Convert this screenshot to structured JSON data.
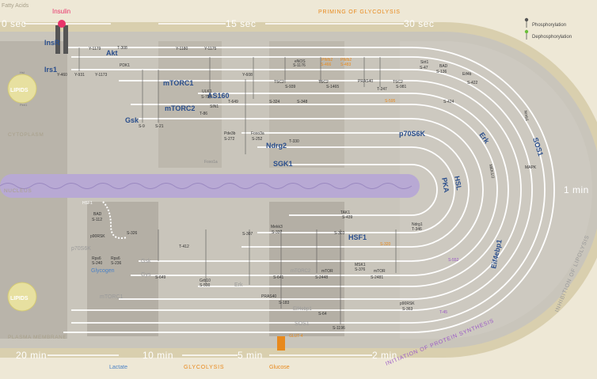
{
  "labels": {
    "fatty_acids": "Fatty Acids",
    "insulin": "Insulin",
    "lipids_top": "LIPIDS",
    "lipids_bottom": "LIPIDS",
    "hsl_small": "Hsl",
    "perl_small": "Peri1",
    "cytoplasm": "CYTOPLASM",
    "nucleus": "NUCLEUS",
    "plasma_membrane": "PLASMA MEMBRANE",
    "priming": "PRIMING OF GLYCOLYSIS",
    "glycolysis": "GLYCOLYSIS",
    "protein_synthesis": "INITIATION OF PROTEIN SYNTHESIS",
    "lipolysis": "INHIBITION OF LIPOLYSIS",
    "glycogen": "Glycogen",
    "lactate": "Lactate",
    "glucose": "Glucose",
    "glut4": "GLUT-4",
    "foxo": "Foxo1a"
  },
  "legend": {
    "phosphorylation": "Phosphorylation",
    "dephosphorylation": "Dephosphorylation"
  },
  "times": {
    "t0": "0 sec",
    "t15": "15 sec",
    "t30": "30 sec",
    "t1m": "1 min",
    "t2m": "2 min",
    "t5m": "5 min",
    "t10m": "10 min",
    "t20m": "20 min"
  },
  "proteins": {
    "insr": "InsR",
    "irs1": "Irs1",
    "akt": "Akt",
    "pdk1": "PDK1",
    "mtorc1": "mTORC1",
    "as160": "AS160",
    "mtorc2": "mTORC2",
    "gsk": "Gsk",
    "ndrg2": "Ndrg2",
    "sgk1": "SGK1",
    "p70s6k": "p70S6K",
    "erk": "Erk",
    "sos1": "SOS1",
    "pka": "PKA",
    "hsl": "HSL",
    "hsf1": "HSF1",
    "eif4ebp1": "Eif4ebp1",
    "sirt1": "Sirt1",
    "bad": "BAD",
    "eif4b": "Eif4b",
    "enos": "eNOS",
    "pfkfb2a": "Pfkfb2",
    "pfkfb2b": "Pfkfb2",
    "tsc2a": "TSC2",
    "tsc2b": "TSC2",
    "pras40": "PRAS40",
    "tsc2c": "TSC2",
    "ulk1": "ULK1",
    "sin1": "SIN1",
    "pde3b": "Pde3b",
    "foxo3a": "Foxo3a",
    "mek1": "MEK1/2",
    "mapk": "MAPK",
    "nmb1": "Nmb1",
    "tak1": "TAK1",
    "mekk3": "Mekk3",
    "ndrg1": "Ndrg1",
    "mtor1": "mTOR",
    "mtor2": "mTOR",
    "msk1": "MSK1",
    "mtorc2b": "mTORC2",
    "pras40b": "PRAS40",
    "grb10": "Grb10",
    "erk2": "Erk",
    "eif4bp1": "Eif4ebp1",
    "sos1b": "SOS1",
    "p90rsk": "p90RSK",
    "hsf1s": "HSF1",
    "bad2": "BAD",
    "p90rsk2": "p90RSK",
    "p70s6k2": "p70S6K",
    "rps6a": "Rps6",
    "rps6b": "Rps6",
    "gsk2": "Gsk",
    "gys": "Gys",
    "mtorc1b": "mTORC1"
  },
  "residues": {
    "r_y1179": "Y-1179",
    "r_y460": "Y-460",
    "r_y931": "Y-931",
    "r_y1173": "Y-1173",
    "r_t308": "T-308",
    "r_y1180": "Y-1180",
    "r_y1175": "Y-1175",
    "r_y608": "Y-608",
    "r_s1176": "S-1176",
    "r_s466": "S-466",
    "r_s483": "S-483",
    "r_s939": "S-939",
    "r_s1465": "S-1465",
    "r_s981": "S-981",
    "r_s47": "S-47",
    "r_s136": "S-136",
    "r_s422": "S-422",
    "r_s9": "S-9",
    "r_s21": "S-21",
    "r_s757": "S-757",
    "r_t86": "T-86",
    "r_t649": "T-649",
    "r_s324": "S-324",
    "r_s348": "S-348",
    "r_t247": "T-247",
    "r_s595": "S-595",
    "r_s272": "S-272",
    "r_s252": "S-252",
    "r_t330": "T-330",
    "r_s424": "S-424",
    "r_s112": "S-112",
    "r_s326": "S-326",
    "r_t412": "T-412",
    "r_s307": "S-307",
    "r_s337": "S-337",
    "r_s439": "S-439",
    "r_s303": "S-303",
    "r_s320": "S-320",
    "r_t346": "T-346",
    "r_s240": "S-240",
    "r_s236": "S-236",
    "r_s649": "S-649",
    "r_s641": "S-641",
    "r_s2448": "S-2448",
    "r_s376": "S-376",
    "r_s2481": "S-2481",
    "r_s500": "S-500",
    "r_s183": "S-183",
    "r_s64": "S-64",
    "r_s1196": "S-1196",
    "r_s363": "S-363",
    "r_t45": "T-45",
    "r_s552": "S-552"
  }
}
